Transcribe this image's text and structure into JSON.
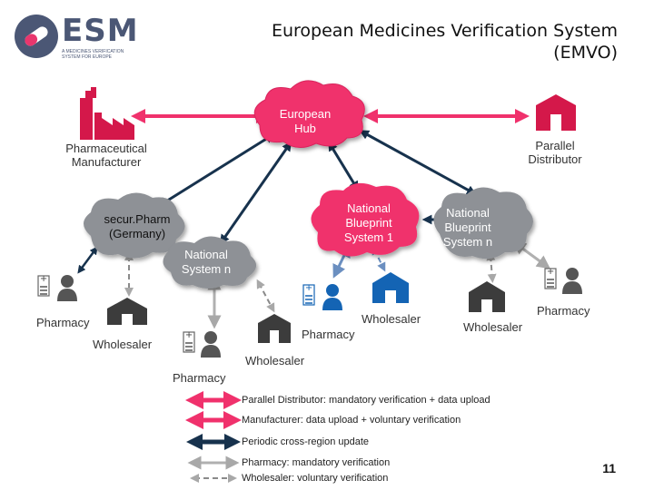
{
  "title": {
    "line1": "European Medicines Verification System",
    "line2": "(EMVO)"
  },
  "logo": {
    "text": "ESM",
    "sub1": "A MEDICINES VERIFICATION",
    "sub2": "SYSTEM FOR EUROPE",
    "color": "#4b5775",
    "accent": "#e8366d"
  },
  "hub": {
    "line1": "European",
    "line2": "Hub",
    "color": "#f0316c"
  },
  "actors": {
    "manufacturer": {
      "line1": "Pharmaceutical",
      "line2": "Manufacturer"
    },
    "parallel_distributor": {
      "line1": "Parallel",
      "line2": "Distributor"
    }
  },
  "systems": {
    "securpharm": {
      "line1": "secur.Pharm",
      "line2": "(Germany)"
    },
    "national_n_left": {
      "line1": "National",
      "line2": "System n"
    },
    "blueprint_1": {
      "line1": "National",
      "line2": "Blueprint",
      "line3": "System 1"
    },
    "blueprint_n": {
      "line1": "National",
      "line2": "Blueprint",
      "line3": "System n"
    }
  },
  "nodes": {
    "pharmacy_de": "Pharmacy",
    "wholesaler_de": "Wholesaler",
    "pharmacy_n": "Pharmacy",
    "wholesaler_n": "Wholesaler",
    "pharmacy_bp1": "Pharmacy",
    "wholesaler_bp1": "Wholesaler",
    "wholesaler_bpn": "Wholesaler",
    "pharmacy_bpn": "Pharmacy"
  },
  "legend": [
    {
      "label": "Parallel Distributor: mandatory verification + data upload",
      "color": "#f0316c",
      "style": "solid-pink"
    },
    {
      "label": "Manufacturer: data upload + voluntary verification",
      "color": "#f0316c",
      "style": "solid-pink"
    },
    {
      "label": "Periodic cross-region update",
      "color": "#17324d",
      "style": "solid-dark"
    },
    {
      "label": "Pharmacy: mandatory verification",
      "color": "#b0b0b0",
      "style": "solid-gray"
    },
    {
      "label": "Wholesaler: voluntary verification",
      "color": "#8a8a8a",
      "style": "dashed-gray"
    }
  ],
  "colors": {
    "cloud_gray": "#8e9196",
    "building_blue": "#1464b4",
    "dark_building": "#3c3c3c",
    "factory_red": "#d4184a"
  },
  "page_number": "11"
}
